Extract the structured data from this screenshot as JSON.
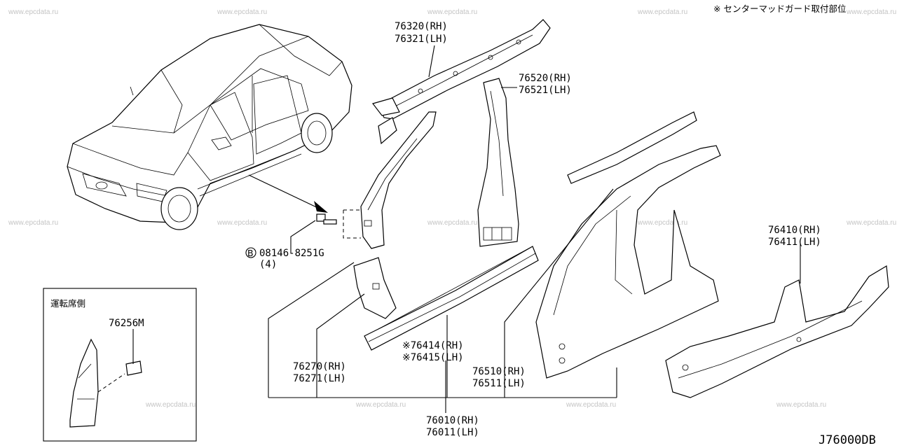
{
  "legend_note": "※ センターマッドガード取付部位",
  "watermark": "www.epcdata.ru",
  "diagram_code": "J76000DB",
  "inset_title": "運転席側",
  "parts": [
    {
      "id": "p76320",
      "lines": [
        "76320(RH)",
        "76321(LH)"
      ]
    },
    {
      "id": "p76520",
      "lines": [
        "76520(RH)",
        "76521(LH)"
      ]
    },
    {
      "id": "p76410",
      "lines": [
        "76410(RH)",
        "76411(LH)"
      ]
    },
    {
      "id": "p08146",
      "lines": [
        "08146-8251G",
        "(4)"
      ],
      "circle_mark": "B"
    },
    {
      "id": "p76256",
      "lines": [
        "76256M"
      ]
    },
    {
      "id": "p76414",
      "lines": [
        "※76414(RH)",
        "※76415(LH)"
      ]
    },
    {
      "id": "p76270",
      "lines": [
        "76270(RH)",
        "76271(LH)"
      ]
    },
    {
      "id": "p76510",
      "lines": [
        "76510(RH)",
        "76511(LH)"
      ]
    },
    {
      "id": "p76010",
      "lines": [
        "76010(RH)",
        "76011(LH)"
      ]
    }
  ]
}
